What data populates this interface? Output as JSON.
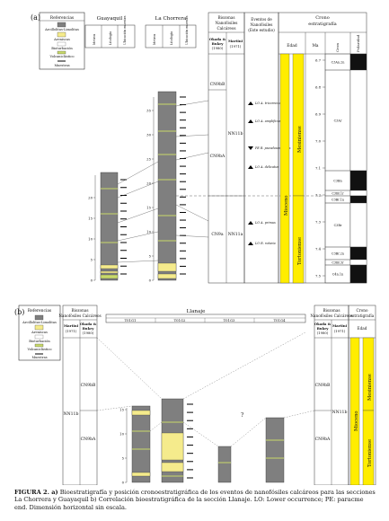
{
  "legend": {
    "title": "Referencias",
    "items": [
      "Arcillolitas-Limolitas",
      "Areniscas",
      "Bioturbación",
      "Volcaniclástico",
      "Muestras"
    ]
  },
  "panel_a": {
    "label": "(a)",
    "sections": [
      "Guayaquil",
      "La Chorrera"
    ],
    "column_labels": [
      "Metros",
      "Litología",
      "Ubicación muestra"
    ],
    "biozone_header_line1": "Biozonas",
    "biozone_header_line2": "Nanofósiles",
    "biozone_header_line3": "Calcáreos",
    "scheme_labels": [
      "Okada &",
      "Martini"
    ],
    "scheme_labels_2": [
      "Bukry"
    ],
    "scheme_years": [
      "(1980)",
      "(1971)"
    ],
    "zones_okada": [
      "CN9bB",
      "CN9bA",
      "CN9a"
    ],
    "zones_martini": [
      "NN11b",
      "NN11a"
    ],
    "events_header_line1": "Eventos de",
    "events_header_line2": "Nanofósiles",
    "events_header_line3": "(Este estudio)",
    "events": [
      "LO A. tricorniculatus",
      "LO A. amplificus",
      "PE R. pseudoumbilicus",
      "LO A. delicatus",
      "LO A. primus",
      "LO R. rotaria"
    ],
    "chrono_header_line1": "Crono",
    "chrono_header_line2": "estratigrafía",
    "chrono_cols": [
      "Edad",
      "Ma",
      "Cron",
      "Polaridad"
    ],
    "epoch": "Mioceno",
    "stages": [
      "Mesiniense",
      "Tortoniense"
    ],
    "ma_ticks": [
      "6.7",
      "6.8",
      "6.9",
      "7.0",
      "7.1",
      "7.2",
      "7.3",
      "7.4",
      "7.5"
    ],
    "chrons": [
      "C3An.2n",
      "C3Ar",
      "C3Bn",
      "C3Br.1r",
      "C3Br.1n",
      "C3Br",
      "C3Br.2n",
      "C3Br.3r",
      "C4n.1n"
    ],
    "guayaquil_depth_ticks": [
      "0",
      "5",
      "10",
      "15",
      "20"
    ],
    "chorrera_depth_ticks": [
      "0",
      "5",
      "10",
      "15",
      "20",
      "25",
      "30",
      "35"
    ]
  },
  "panel_b": {
    "label": "(b)",
    "section": "Llanaje",
    "subsections": [
      "T01G1",
      "T01G2",
      "T01G3",
      "T01G4"
    ],
    "biozone_header_line1": "Biozonas",
    "biozone_header_line2": "Nanofósiles Calcáreos",
    "question_mark": "?",
    "t01g1_depth_ticks": [
      "0",
      "5",
      "10",
      "15"
    ]
  },
  "caption": {
    "label": "FIGURA 2. a)",
    "text": "Bioestratigrafía y posición cronoestratigráfica de los eventos de nanofósiles calcáreos para las secciones La Chorrera y Guayaquil b) Correlación bioestratigráfica de la sección Llanaje. LO: Lower occurrence; PE: paracme end. Dimensión horizontal sin escala."
  }
}
